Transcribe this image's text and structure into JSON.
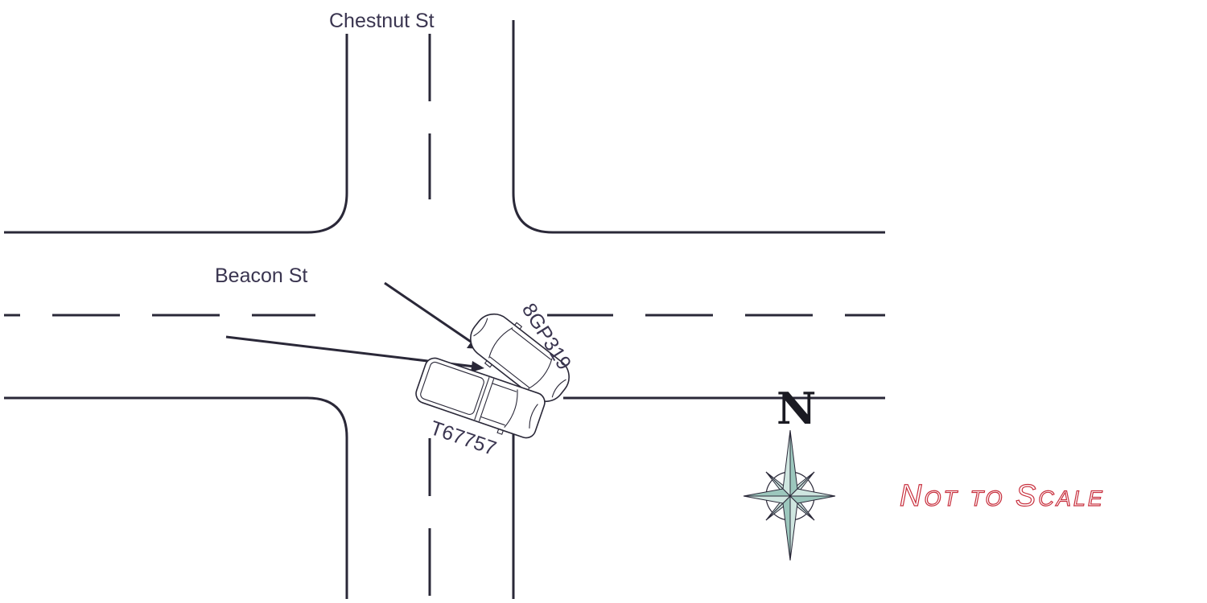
{
  "streets": {
    "north_south": "Chestnut St",
    "east_west": "Beacon St"
  },
  "vehicles": [
    {
      "id": "8GP319",
      "type": "car"
    },
    {
      "id": "T67757",
      "type": "pickup-truck"
    }
  ],
  "compass": {
    "north_label": "N"
  },
  "scale_note": "Not to Scale",
  "colors": {
    "line": "#2a2838",
    "label": "#3a3550",
    "scale_note": "#c8303e",
    "compass_fill": "#cfe6e0"
  }
}
